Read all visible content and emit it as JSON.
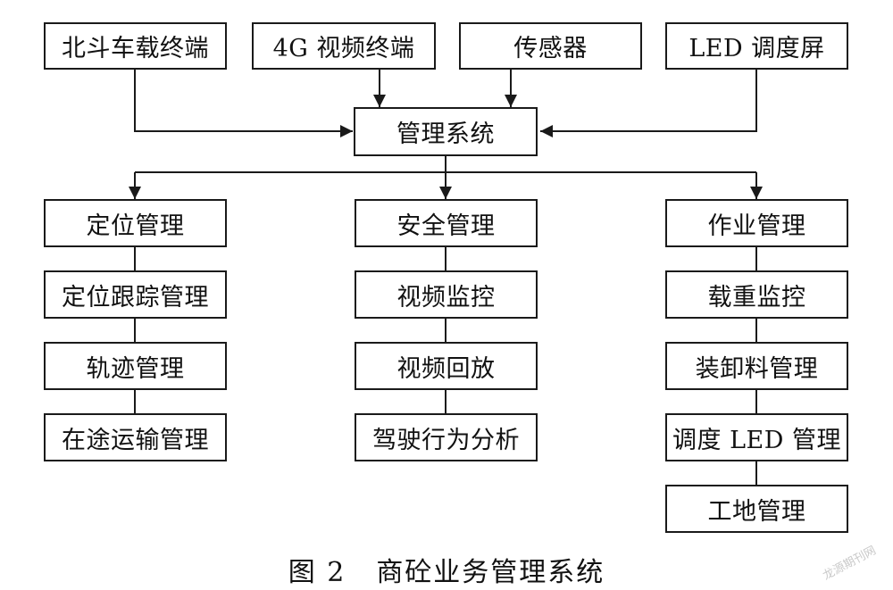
{
  "inputs": {
    "beidou": "北斗车载终端",
    "video4g": "4G 视频终端",
    "sensor": "传感器",
    "led": "LED 调度屏"
  },
  "center": "管理系统",
  "branches": {
    "positioning": {
      "title": "定位管理",
      "items": [
        "定位跟踪管理",
        "轨迹管理",
        "在途运输管理"
      ]
    },
    "safety": {
      "title": "安全管理",
      "items": [
        "视频监控",
        "视频回放",
        "驾驶行为分析"
      ]
    },
    "operation": {
      "title": "作业管理",
      "items": [
        "载重监控",
        "装卸料管理",
        "调度 LED 管理",
        "工地管理"
      ]
    }
  },
  "caption": {
    "label": "图 2",
    "title": "商砼业务管理系统"
  },
  "watermark": "龙源期刊网"
}
